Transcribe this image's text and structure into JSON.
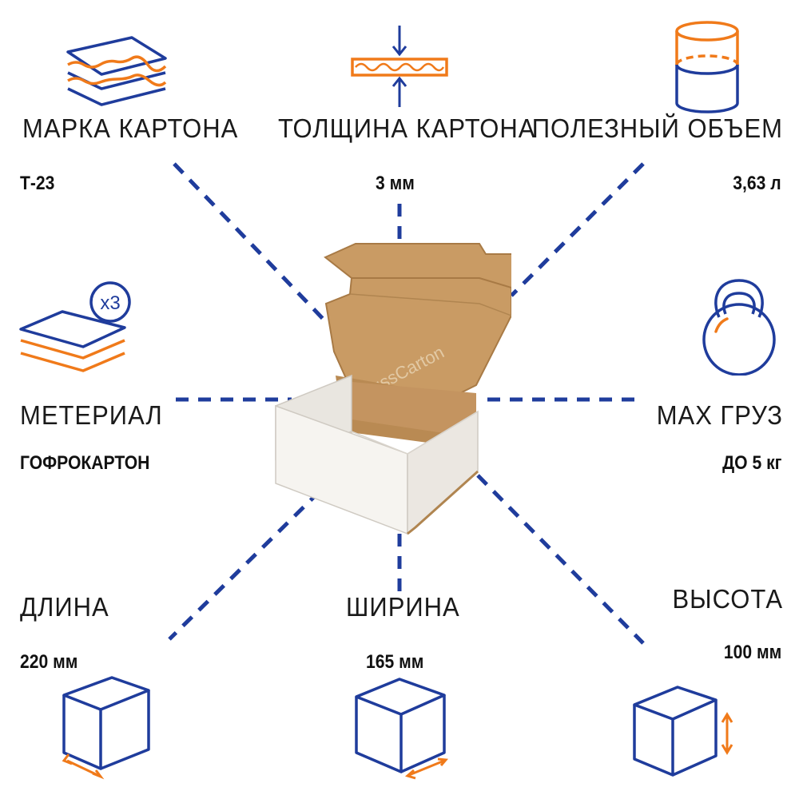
{
  "colors": {
    "blue": "#1f3c9c",
    "orange": "#f07a1a",
    "kraft": "#c79a63",
    "white_board": "#f4f2ee"
  },
  "specs": {
    "brand": {
      "label": "МАРКА КАРТОНА",
      "value": "Т-23",
      "icon": "cardboard-layers-icon"
    },
    "thickness": {
      "label": "ТОЛЩИНА КАРТОНА",
      "value": "3 мм",
      "icon": "thickness-arrows-icon"
    },
    "volume": {
      "label": "ПОЛЕЗНЫЙ ОБЪЕМ",
      "value": "3,63 л",
      "icon": "cylinder-volume-icon"
    },
    "material": {
      "label": "МЕТЕРИАЛ",
      "value": "ГОФРОКАРТОН",
      "icon": "stacked-sheets-icon",
      "badge": "x3"
    },
    "max_load": {
      "label": "MAX ГРУЗ",
      "value": "ДО 5 кг",
      "icon": "kettlebell-icon"
    },
    "length": {
      "label": "ДЛИНА",
      "value": "220 мм",
      "icon": "cube-length-icon"
    },
    "width": {
      "label": "ШИРИНА",
      "value": "165 мм",
      "icon": "cube-width-icon"
    },
    "height": {
      "label": "ВЫСОТА",
      "value": "100 мм",
      "icon": "cube-height-icon"
    }
  },
  "product": {
    "box_print": "RussCarton"
  }
}
